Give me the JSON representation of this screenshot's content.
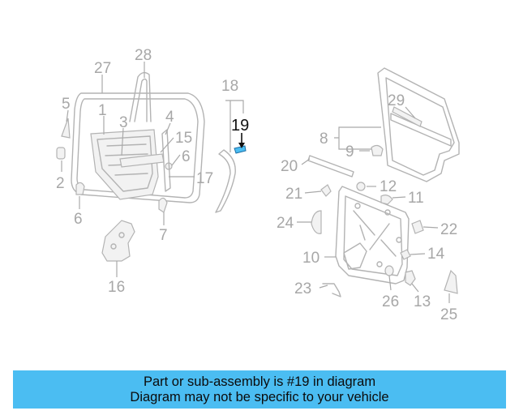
{
  "diagram": {
    "highlighted_part": "19",
    "callouts": {
      "p1": "1",
      "p2": "2",
      "p3": "3",
      "p4": "4",
      "p5": "5",
      "p6a": "6",
      "p6b": "6",
      "p7": "7",
      "p8": "8",
      "p9": "9",
      "p10": "10",
      "p11": "11",
      "p12": "12",
      "p13": "13",
      "p14": "14",
      "p15": "15",
      "p16": "16",
      "p17": "17",
      "p18": "18",
      "p19": "19",
      "p20": "20",
      "p21": "21",
      "p22": "22",
      "p23": "23",
      "p24": "24",
      "p25": "25",
      "p26": "26",
      "p27": "27",
      "p28": "28",
      "p29": "29"
    }
  },
  "banner": {
    "line1": "Part or sub-assembly is #19 in diagram",
    "line2": "Diagram may not be specific to your vehicle",
    "color": "#4bbdf2"
  },
  "colors": {
    "part_stroke": "#b3b3b3",
    "label_gray": "#a7a7a7",
    "highlight": "#4bbdf2"
  }
}
